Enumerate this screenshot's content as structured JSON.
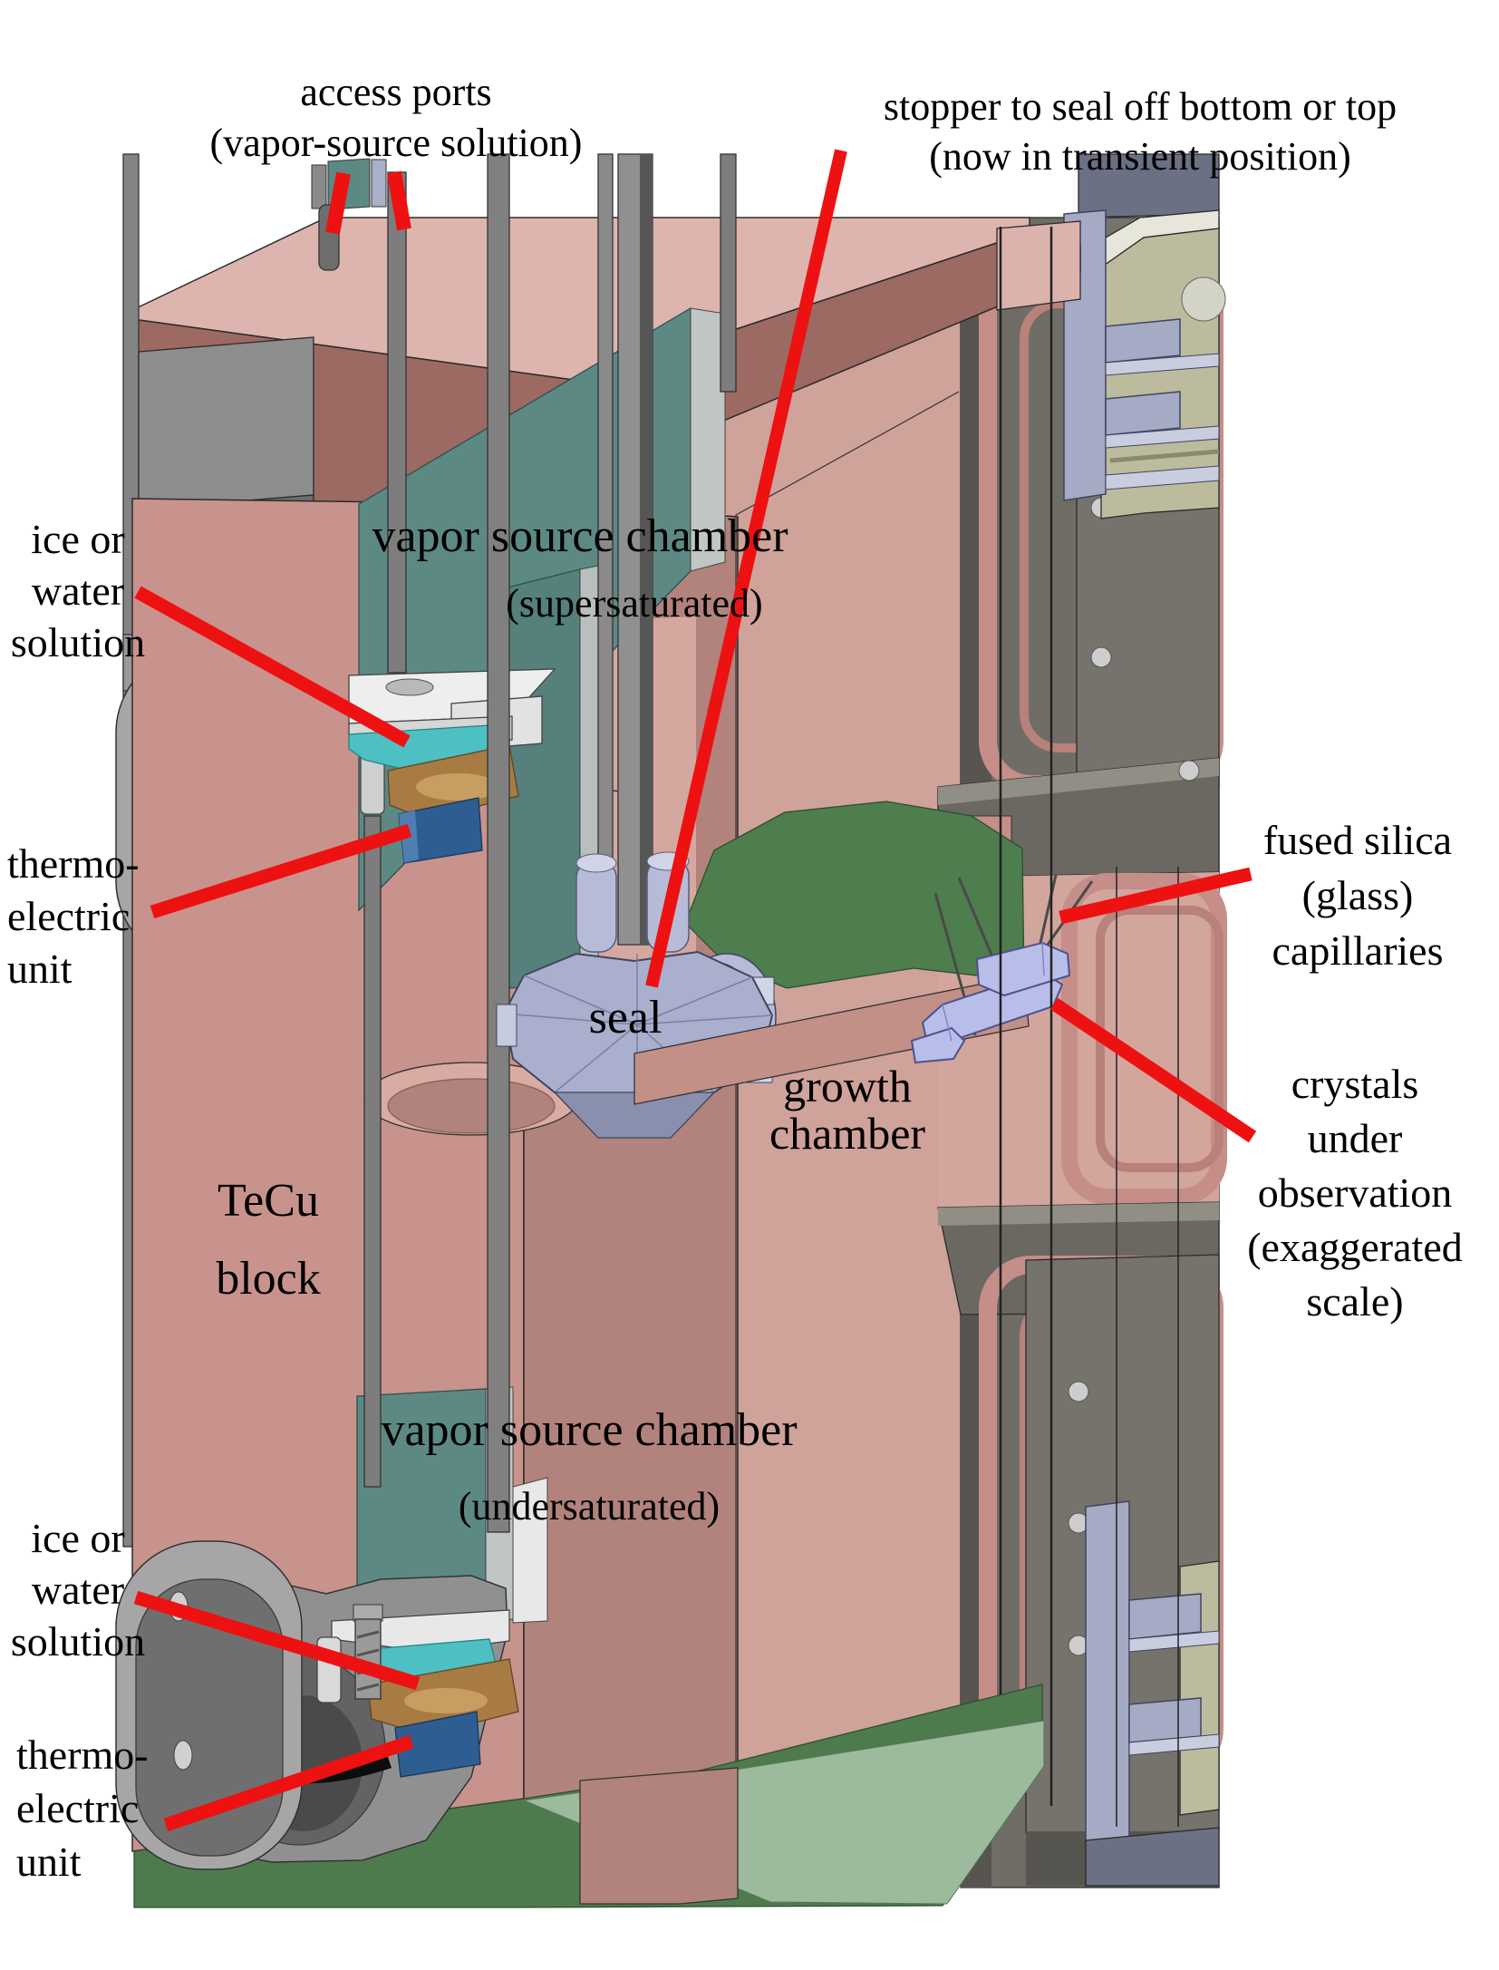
{
  "figure": {
    "kind": "CAD cutaway diagram of a vapor-diffusion crystal growth apparatus",
    "background": "#ffffff"
  },
  "colors": {
    "annotation_red": "#ee1111",
    "label_text": "#000000",
    "copper_block_light": "#c8938c",
    "copper_block_dark": "#b1837c",
    "copper_block_top": "#ddb5ae",
    "copper_band": "#9c6a63",
    "chamber_interior_pink": "#cfa29a",
    "window_teal": "#5d8984",
    "solution_cyan": "#4cc0c3",
    "dish_copper": "#a87b42",
    "thermoelectric_blue": "#2e5e91",
    "seal_lavender": "#a9afcc",
    "crystal_lavender": "#b9bde9",
    "hardware_gray": "#8f8f8f",
    "panel_gray": "#75736c",
    "heatsink_khaki": "#bcbb9e",
    "bracket_blue_gray": "#a5abc4",
    "base_green": "#4d7b4d",
    "base_green_light": "#9cba9c"
  },
  "labels": {
    "access_ports": {
      "lines": [
        "access ports",
        "(vapor-source solution)"
      ]
    },
    "stopper": {
      "lines": [
        "stopper to seal off bottom or top",
        "(now in transient position)"
      ]
    },
    "ice_or_water_top": {
      "lines": [
        "ice or",
        "water",
        "solution"
      ]
    },
    "thermoelectric_top": {
      "lines": [
        "thermo-",
        "electric",
        "unit"
      ]
    },
    "vapor_source_chamber_top": {
      "lines": [
        "vapor source chamber",
        "(supersaturated)"
      ]
    },
    "seal": {
      "lines": [
        "seal"
      ]
    },
    "growth_chamber": {
      "lines": [
        "growth",
        "chamber"
      ]
    },
    "tecu_block": {
      "lines": [
        "TeCu",
        "block"
      ]
    },
    "fused_silica": {
      "lines": [
        "fused silica",
        "(glass)",
        "capillaries"
      ]
    },
    "crystals": {
      "lines": [
        "crystals",
        "under",
        "observation",
        "(exaggerated",
        "scale)"
      ]
    },
    "vapor_source_chamber_bottom": {
      "lines": [
        "vapor source chamber",
        "(undersaturated)"
      ]
    },
    "ice_or_water_bottom": {
      "lines": [
        "ice or",
        "water",
        "solution"
      ]
    },
    "thermoelectric_bottom": {
      "lines": [
        "thermo-",
        "electric",
        "unit"
      ]
    }
  }
}
